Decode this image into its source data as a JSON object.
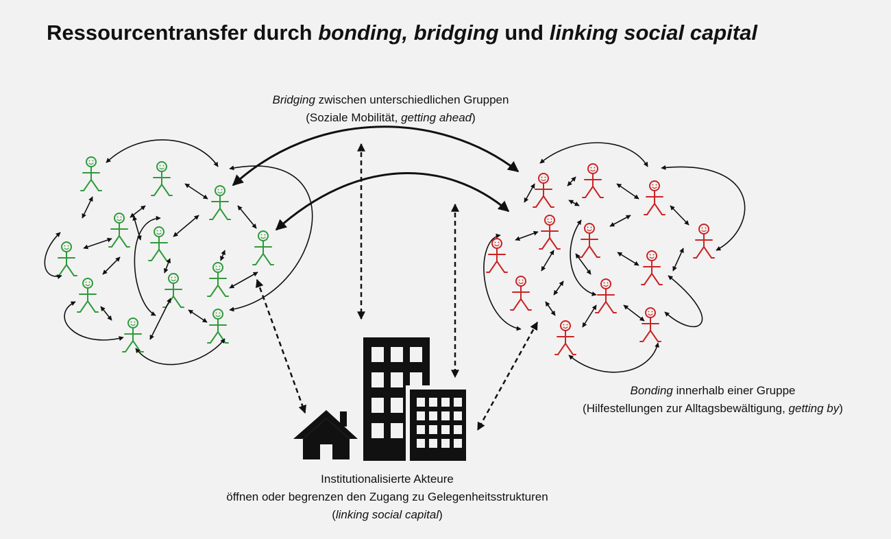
{
  "title": {
    "part1": "Ressourcentransfer durch ",
    "bonding": "bonding",
    "comma": ", ",
    "bridging": "bridging",
    "und": " und ",
    "linking": "linking social capital"
  },
  "bridging_label": {
    "line1_italic": "Bridging",
    "line1_rest": " zwischen unterschiedlichen Gruppen",
    "line2_prefix": "(Soziale Mobilität, ",
    "line2_italic": "getting ahead",
    "line2_suffix": ")"
  },
  "bonding_label": {
    "line1_italic": "Bonding",
    "line1_rest": " innerhalb einer Gruppe",
    "line2_prefix": "(Hilfestellungen zur Alltagsbewältigung, ",
    "line2_italic": "getting by",
    "line2_suffix": ")"
  },
  "linking_label": {
    "line1": "Institutionalisierte Akteure",
    "line2": "öffnen oder begrenzen den Zugang zu Gelegenheitsstrukturen",
    "line3_prefix": "(",
    "line3_italic": "linking social capital",
    "line3_suffix": ")"
  },
  "colors": {
    "green_group": "#2e9a3a",
    "red_group": "#cc2222",
    "arrows": "#111111",
    "buildings": "#111111",
    "background": "#f2f2f2"
  },
  "icons": [
    "person-icon",
    "house-icon",
    "office-building-icon",
    "office-building-small-icon"
  ]
}
